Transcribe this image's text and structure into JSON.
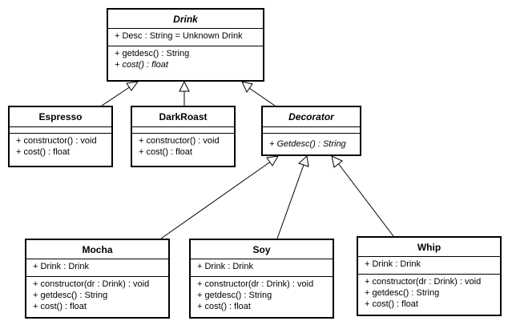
{
  "classes": {
    "drink": {
      "name": "Drink",
      "attributes": [
        "+ Desc : String = Unknown Drink"
      ],
      "methods": [
        "+ getdesc() : String",
        "+ cost() : float"
      ]
    },
    "espresso": {
      "name": "Espresso",
      "attributes": [],
      "methods": [
        "+ constructor() : void",
        "+ cost() : float"
      ]
    },
    "darkroast": {
      "name": "DarkRoast",
      "attributes": [],
      "methods": [
        "+ constructor() : void",
        "+ cost() : float"
      ]
    },
    "decorator": {
      "name": "Decorator",
      "attributes": [],
      "methods": [
        "+ Getdesc() : String"
      ]
    },
    "mocha": {
      "name": "Mocha",
      "attributes": [
        "+ Drink : Drink"
      ],
      "methods": [
        "+ constructor(dr : Drink) : void",
        "+ getdesc() : String",
        "+ cost() : float"
      ]
    },
    "soy": {
      "name": "Soy",
      "attributes": [
        "+ Drink : Drink"
      ],
      "methods": [
        "+ constructor(dr : Drink) : void",
        "+ getdesc() : String",
        "+ cost() : float"
      ]
    },
    "whip": {
      "name": "Whip",
      "attributes": [
        "+ Drink : Drink"
      ],
      "methods": [
        "+ constructor(dr : Drink) : void",
        "+ getdesc() : String",
        "+ cost() : float"
      ]
    }
  }
}
